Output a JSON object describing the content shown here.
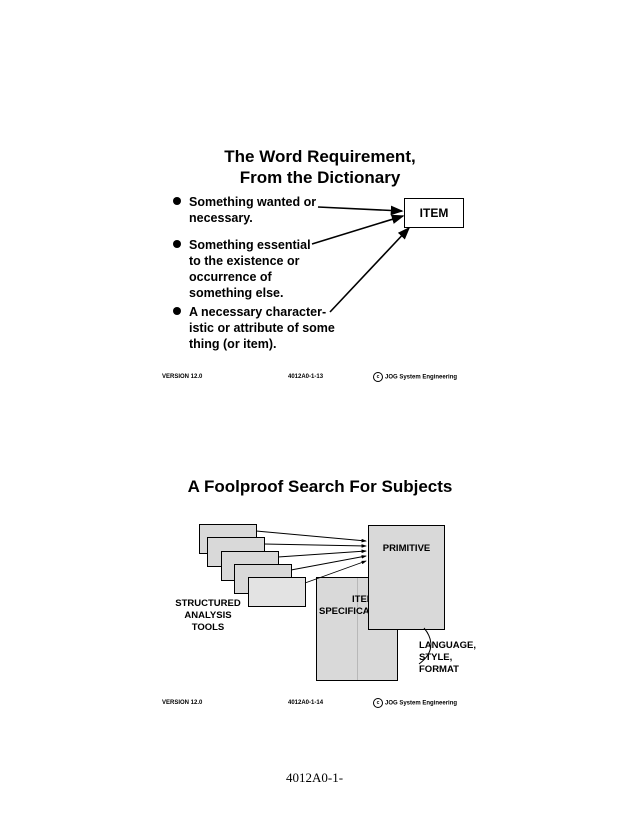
{
  "slide1": {
    "title_line1": "The Word Requirement,",
    "title_line2": "From the Dictionary",
    "bullets": [
      {
        "lines": [
          "Something wanted or",
          "necessary."
        ]
      },
      {
        "lines": [
          "Something essential",
          "to the existence or",
          "occurrence of",
          "something else."
        ]
      },
      {
        "lines": [
          "A necessary character-",
          "istic or attribute of some",
          "thing (or item)."
        ]
      }
    ],
    "item_label": "ITEM",
    "footer": {
      "version": "VERSION 12.0",
      "code": "4012A0-1-13",
      "copyright_symbol": "c",
      "copyright_text": "JOG System Engineering"
    }
  },
  "slide2": {
    "title": "A Foolproof Search For Subjects",
    "primitive_label": "PRIMITIVE",
    "item_spec_line1": "ITEM",
    "item_spec_line2": "SPECIFICA",
    "sa_tools_lines": [
      "STRUCTURED",
      "ANALYSIS",
      "TOOLS"
    ],
    "lsf_lines": [
      "LANGUAGE,",
      "STYLE,",
      "FORMAT"
    ],
    "footer": {
      "version": "VERSION 12.0",
      "code": "4012A0-1-14",
      "copyright_symbol": "c",
      "copyright_text": "JOG System Engineering"
    }
  },
  "page_number": "4012A0-1-"
}
